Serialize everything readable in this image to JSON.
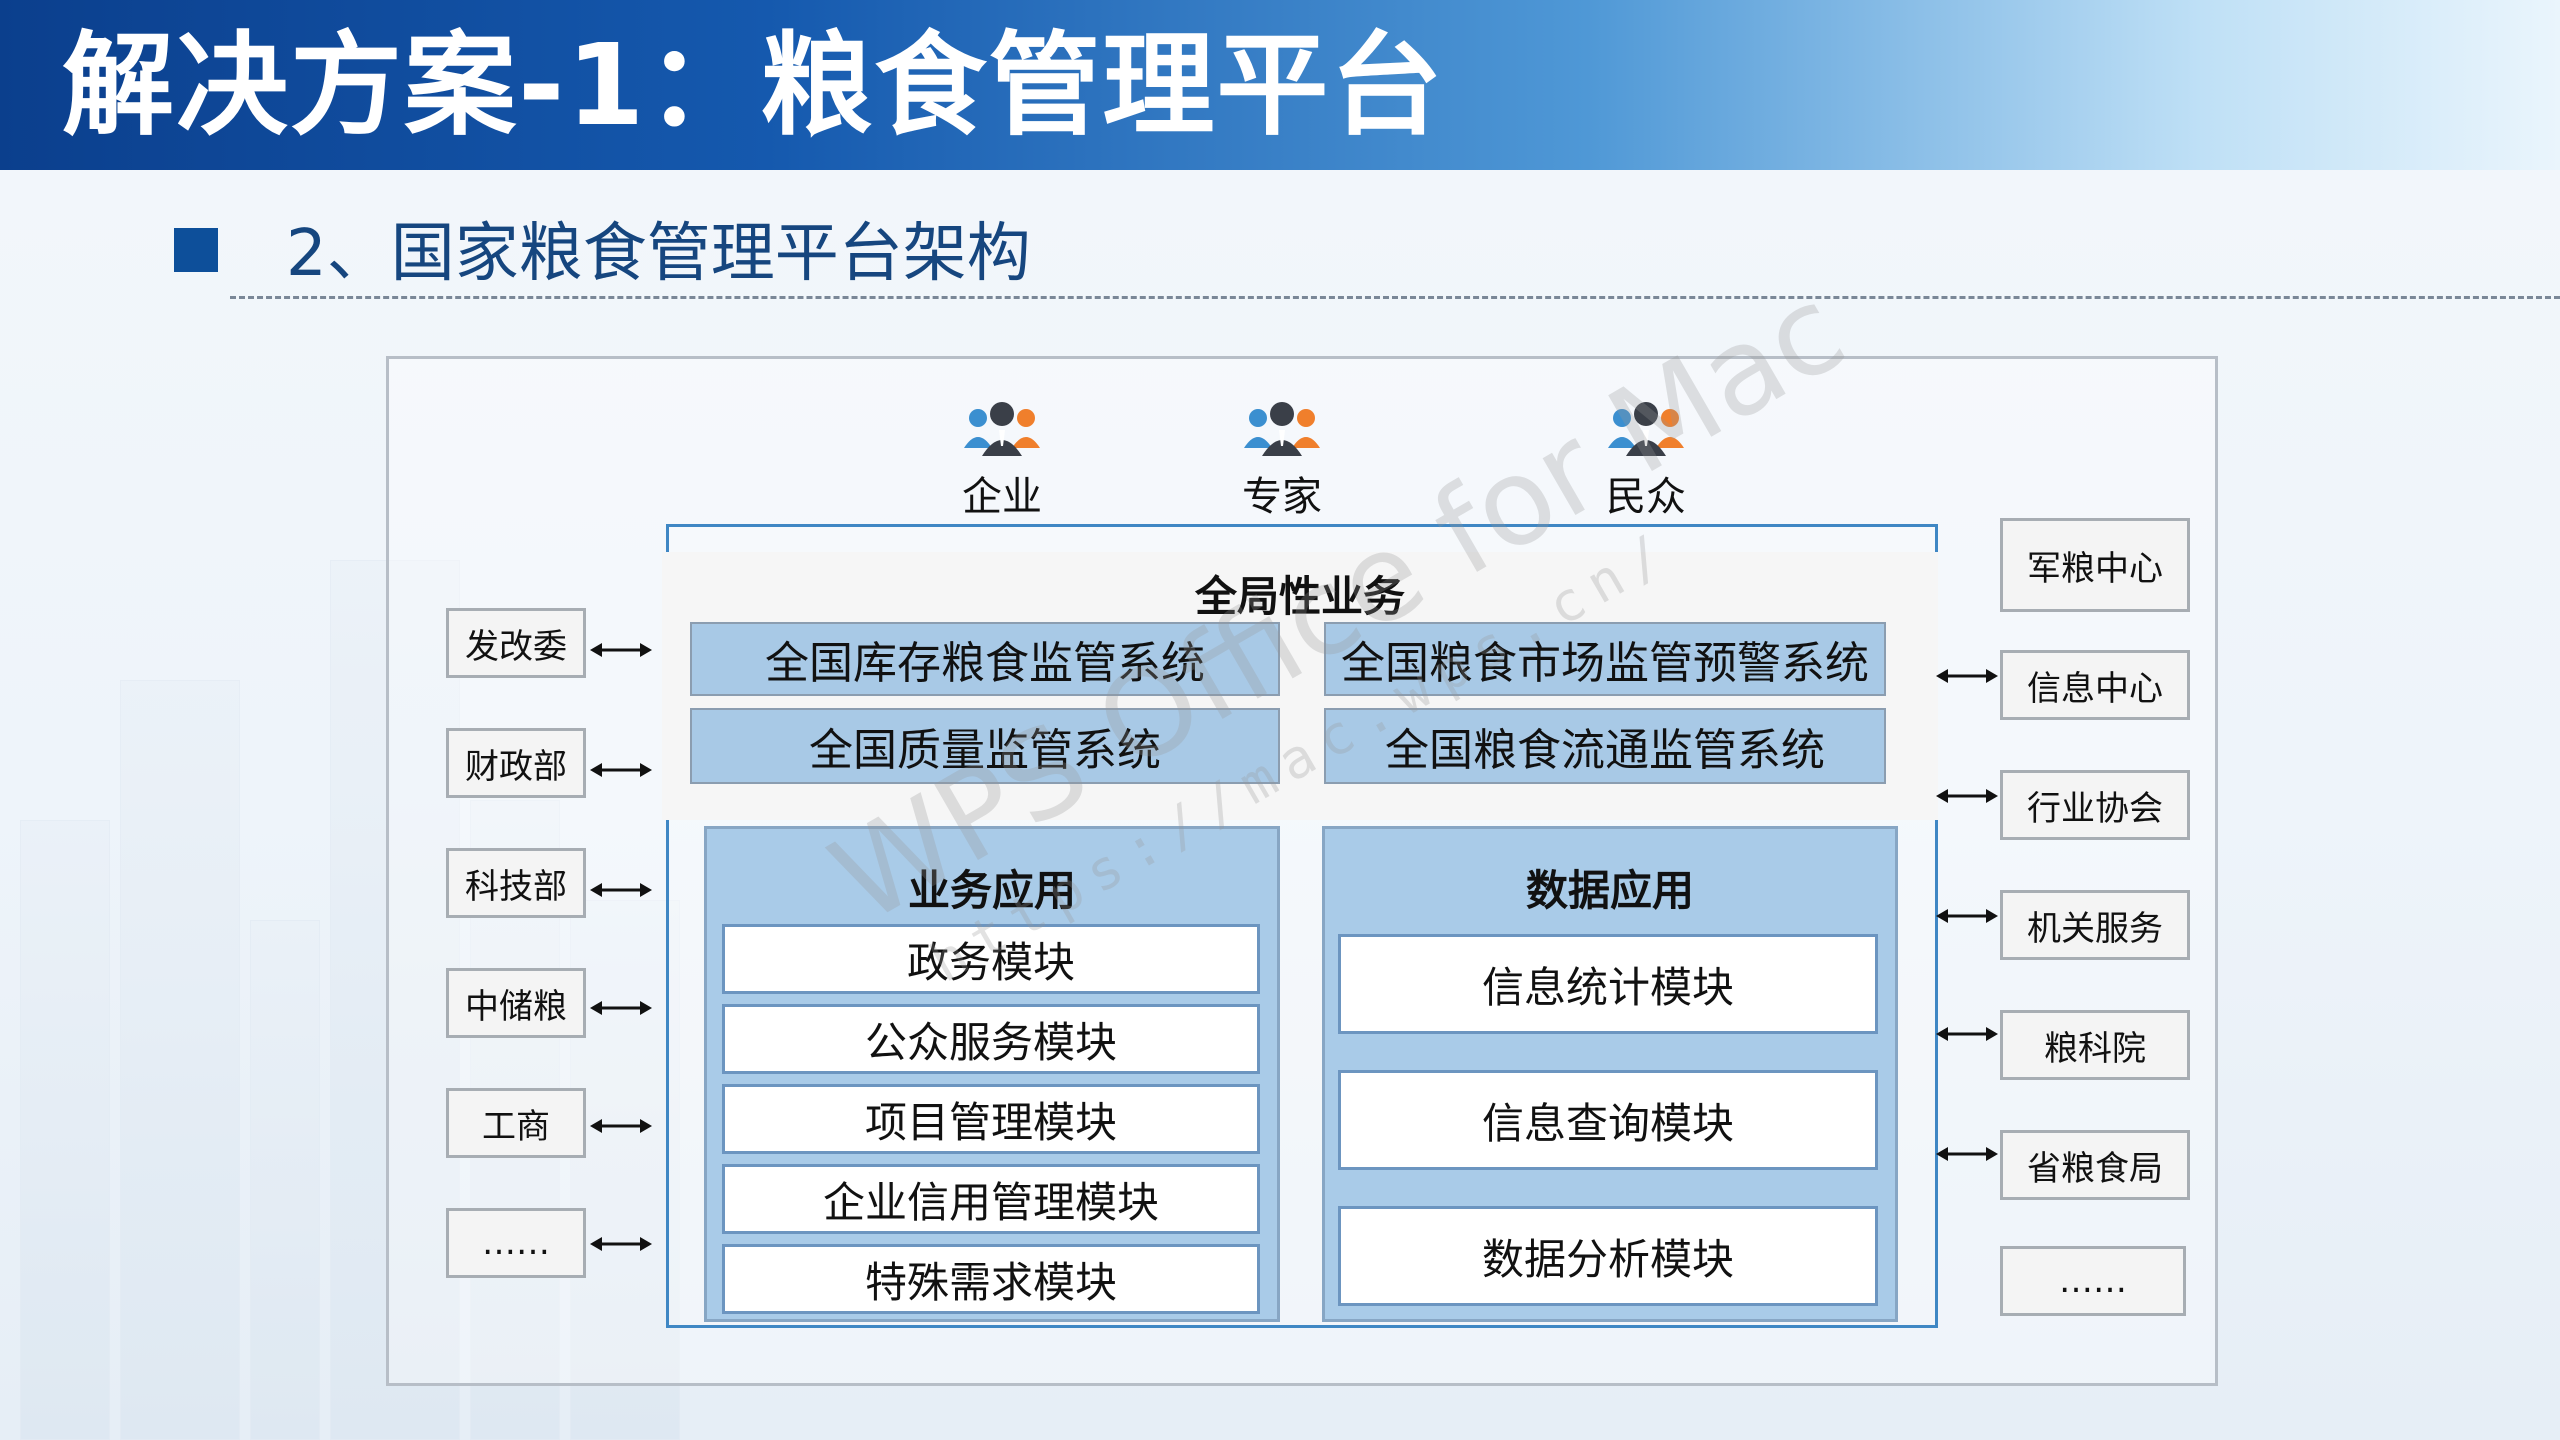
{
  "header": {
    "title": "解决方案-1：粮食管理平台"
  },
  "subheading": {
    "text": "2、国家粮食管理平台架构"
  },
  "users": [
    {
      "label": "企业",
      "icon": "people-group-icon"
    },
    {
      "label": "专家",
      "icon": "people-group-icon"
    },
    {
      "label": "民众",
      "icon": "people-group-icon"
    }
  ],
  "global_business": {
    "title": "全局性业务",
    "systems": [
      "全国库存粮食监管系统",
      "全国粮食市场监管预警系统",
      "全国质量监管系统",
      "全国粮食流通监管系统"
    ]
  },
  "business_apps": {
    "title": "业务应用",
    "modules": [
      "政务模块",
      "公众服务模块",
      "项目管理模块",
      "企业信用管理模块",
      "特殊需求模块"
    ]
  },
  "data_apps": {
    "title": "数据应用",
    "modules": [
      "信息统计模块",
      "信息查询模块",
      "数据分析模块"
    ]
  },
  "left_entities": [
    "发改委",
    "财政部",
    "科技部",
    "中储粮",
    "工商",
    "……"
  ],
  "right_entities": [
    "军粮中心",
    "信息中心",
    "行业协会",
    "机关服务",
    "粮科院",
    "省粮食局",
    "……"
  ],
  "watermark": {
    "line1": "WPS Office for Mac",
    "line2": "https://mac.wps.cn/"
  },
  "colors": {
    "header_dark": "#0b3f8d",
    "accent_blue": "#3f87c4",
    "system_fill": "#a8c9e6",
    "icon_orange": "#f07f2c",
    "icon_blue": "#3b8fd0",
    "icon_dark": "#3a3f48"
  }
}
